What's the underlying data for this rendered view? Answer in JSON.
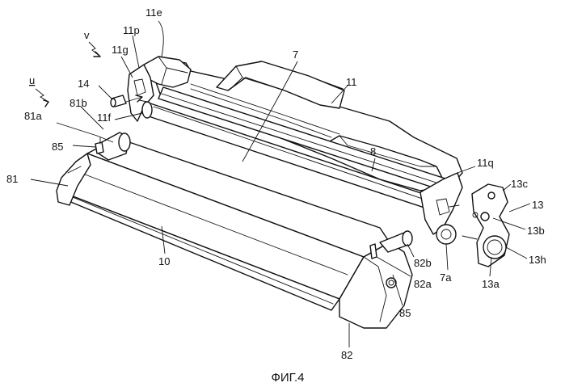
{
  "figure": {
    "caption": "ФИГ.4",
    "labels": {
      "v": "v",
      "u": "u",
      "l11e": "11e",
      "l11p": "11p",
      "l11g": "11g",
      "l14": "14",
      "l81b": "81b",
      "l81a": "81a",
      "l11f": "11f",
      "l85_left": "85",
      "l81": "81",
      "l7": "7",
      "l11": "11",
      "l8": "8",
      "l11q": "11q",
      "l13c": "13c",
      "l13": "13",
      "l13b": "13b",
      "l13h": "13h",
      "l13a": "13a",
      "l7a": "7a",
      "l82b": "82b",
      "l82a": "82a",
      "l85_right": "85",
      "l10": "10",
      "l82": "82"
    }
  }
}
